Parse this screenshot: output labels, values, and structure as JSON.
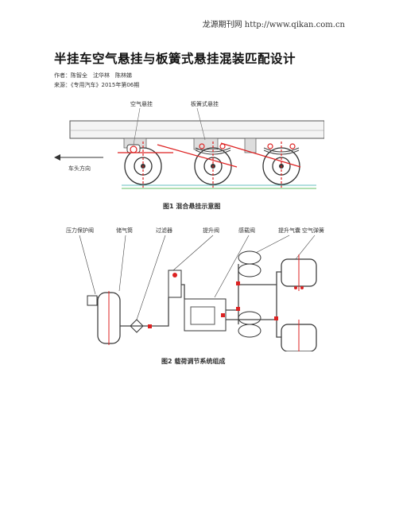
{
  "header": {
    "site": "龙源期刊网 http://www.qikan.com.cn"
  },
  "document": {
    "title": "半挂车空气悬挂与板簧式悬挂混装匹配设计",
    "authors": "作者：陈智全　沈华林　陈林娣",
    "source": "来源：《专用汽车》2015年第06期"
  },
  "figure1": {
    "label_air": "空气悬挂",
    "label_leaf": "板簧式悬挂",
    "label_direction": "车头方向",
    "caption": "图1 混合悬挂示意图"
  },
  "figure2": {
    "labels": [
      "压力保护阀",
      "储气筒",
      "过滤器",
      "提升阀",
      "感载阀",
      "提升气囊",
      "空气弹簧"
    ],
    "caption": "图2 载荷调节系统组成"
  }
}
